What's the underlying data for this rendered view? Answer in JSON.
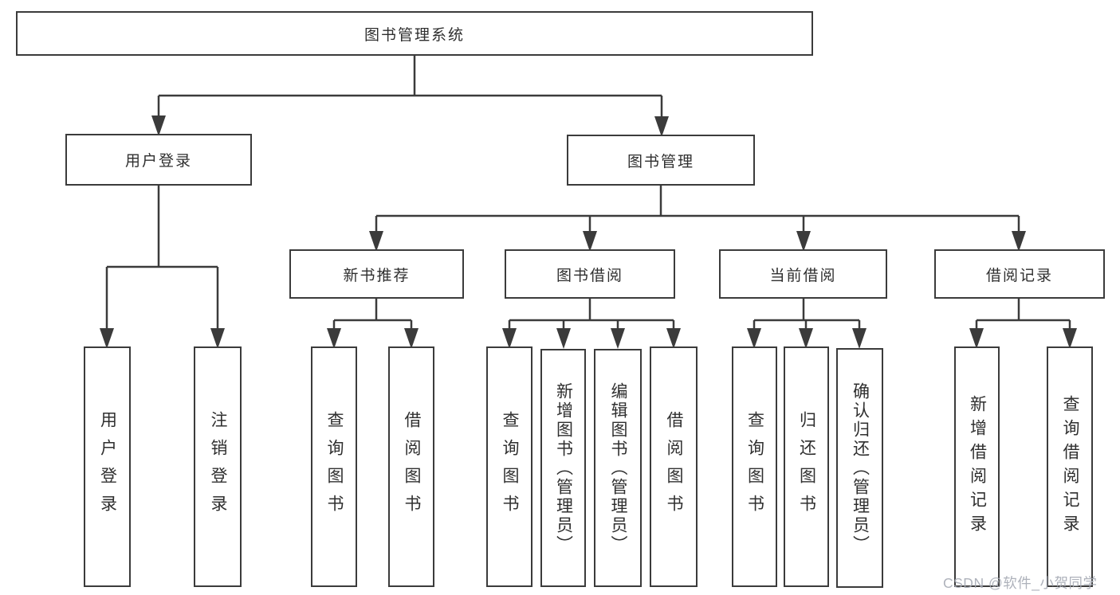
{
  "diagram": {
    "title": "图书管理系统",
    "nodes": {
      "root": {
        "label": "图书管理系统"
      },
      "user_login": {
        "label": "用户登录"
      },
      "book_mgmt": {
        "label": "图书管理"
      },
      "new_books": {
        "label": "新书推荐"
      },
      "book_borrow": {
        "label": "图书借阅"
      },
      "current_borrow": {
        "label": "当前借阅"
      },
      "borrow_records": {
        "label": "借阅记录"
      },
      "leaf_user_login": {
        "label": "用户登录"
      },
      "leaf_logout": {
        "label": "注销登录"
      },
      "leaf_nb_query": {
        "label": "查询图书"
      },
      "leaf_nb_borrow": {
        "label": "借阅图书"
      },
      "leaf_bb_query": {
        "label": "查询图书"
      },
      "leaf_bb_add": {
        "label": "新增图书（管理员）"
      },
      "leaf_bb_edit": {
        "label": "编辑图书（管理员）"
      },
      "leaf_bb_borrow": {
        "label": "借阅图书"
      },
      "leaf_cb_query": {
        "label": "查询图书"
      },
      "leaf_cb_return": {
        "label": "归还图书"
      },
      "leaf_cb_confirm": {
        "label": "确认归还（管理员）"
      },
      "leaf_br_add": {
        "label": "新增借阅记录"
      },
      "leaf_br_query": {
        "label": "查询借阅记录"
      }
    },
    "edges": [
      {
        "from": "root",
        "to": [
          "user_login",
          "book_mgmt"
        ]
      },
      {
        "from": "user_login",
        "to": [
          "leaf_user_login",
          "leaf_logout"
        ]
      },
      {
        "from": "book_mgmt",
        "to": [
          "new_books",
          "book_borrow",
          "current_borrow",
          "borrow_records"
        ]
      },
      {
        "from": "new_books",
        "to": [
          "leaf_nb_query",
          "leaf_nb_borrow"
        ]
      },
      {
        "from": "book_borrow",
        "to": [
          "leaf_bb_query",
          "leaf_bb_add",
          "leaf_bb_edit",
          "leaf_bb_borrow"
        ]
      },
      {
        "from": "current_borrow",
        "to": [
          "leaf_cb_query",
          "leaf_cb_return",
          "leaf_cb_confirm"
        ]
      },
      {
        "from": "borrow_records",
        "to": [
          "leaf_br_add",
          "leaf_br_query"
        ]
      }
    ],
    "colors": {
      "line": "#3b3b3b",
      "text": "#2f2f2f",
      "background": "#ffffff",
      "watermark": "#a5aab4"
    }
  },
  "watermark": "CSDN @软件_小贺同学"
}
